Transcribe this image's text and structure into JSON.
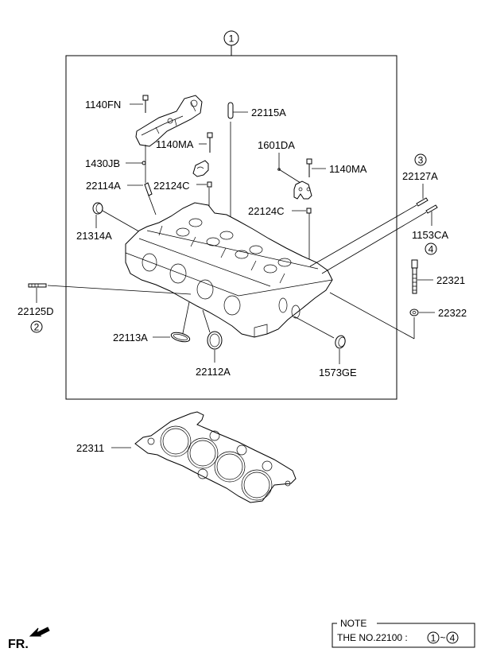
{
  "diagram": {
    "title_callout": "1",
    "labels": {
      "l_1140FN": "1140FN",
      "l_22115A": "22115A",
      "l_1140MA_a": "1140MA",
      "l_1601DA": "1601DA",
      "l_1430JB": "1430JB",
      "l_1140MA_b": "1140MA",
      "l_22114A": "22114A",
      "l_22124C_a": "22124C",
      "l_22127A": "22127A",
      "l_21314A": "21314A",
      "l_22124C_b": "22124C",
      "l_1153CA": "1153CA",
      "l_22321": "22321",
      "l_22125D": "22125D",
      "l_22322": "22322",
      "l_22113A": "22113A",
      "l_22112A": "22112A",
      "l_1573GE": "1573GE",
      "l_22311": "22311"
    },
    "callouts": {
      "c2": "2",
      "c3": "3",
      "c4": "4"
    }
  },
  "footer": {
    "direction": "FR.",
    "note": {
      "title": "NOTE",
      "text": "THE NO.22100 :",
      "range_start": "1",
      "range_sep": "~",
      "range_end": "4"
    }
  }
}
